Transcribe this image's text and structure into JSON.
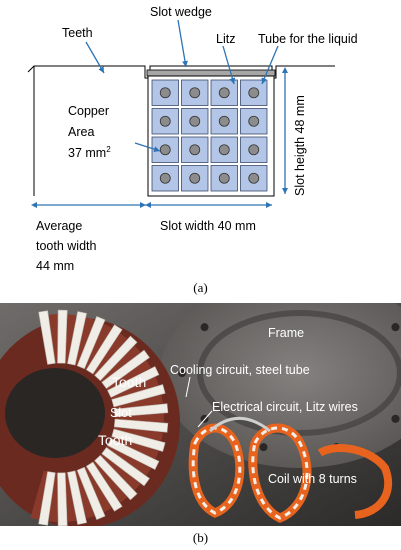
{
  "panel_a": {
    "caption": "(a)",
    "labels": {
      "teeth": "Teeth",
      "slot_wedge": "Slot wedge",
      "litz": "Litz",
      "tube": "Tube for the liquid",
      "copper_line1": "Copper",
      "copper_line2": "Area",
      "copper_line3": "37 mm",
      "copper_sup": "2",
      "avg_line1": "Average",
      "avg_line2": "tooth width",
      "avg_line3": "44 mm",
      "slot_width": "Slot width 40 mm",
      "slot_height": "Slot heigth 48 mm"
    },
    "grid": {
      "rows": 4,
      "cols": 4
    },
    "colors": {
      "cell_fill": "#b3c6e7",
      "cell_stroke": "#3a4a6a",
      "circle_fill": "#8c8c8c",
      "arrow": "#2e74b5",
      "slot_outline": "#000000"
    }
  },
  "panel_b": {
    "caption": "(b)",
    "labels": {
      "frame": "Frame",
      "cooling": "Cooling circuit, steel tube",
      "tooth_1": "Tooth",
      "slot": "Slot",
      "tooth_2": "Tooth",
      "electrical": "Electrical circuit, Litz wires",
      "coil": "Coil with 8 turns"
    }
  }
}
